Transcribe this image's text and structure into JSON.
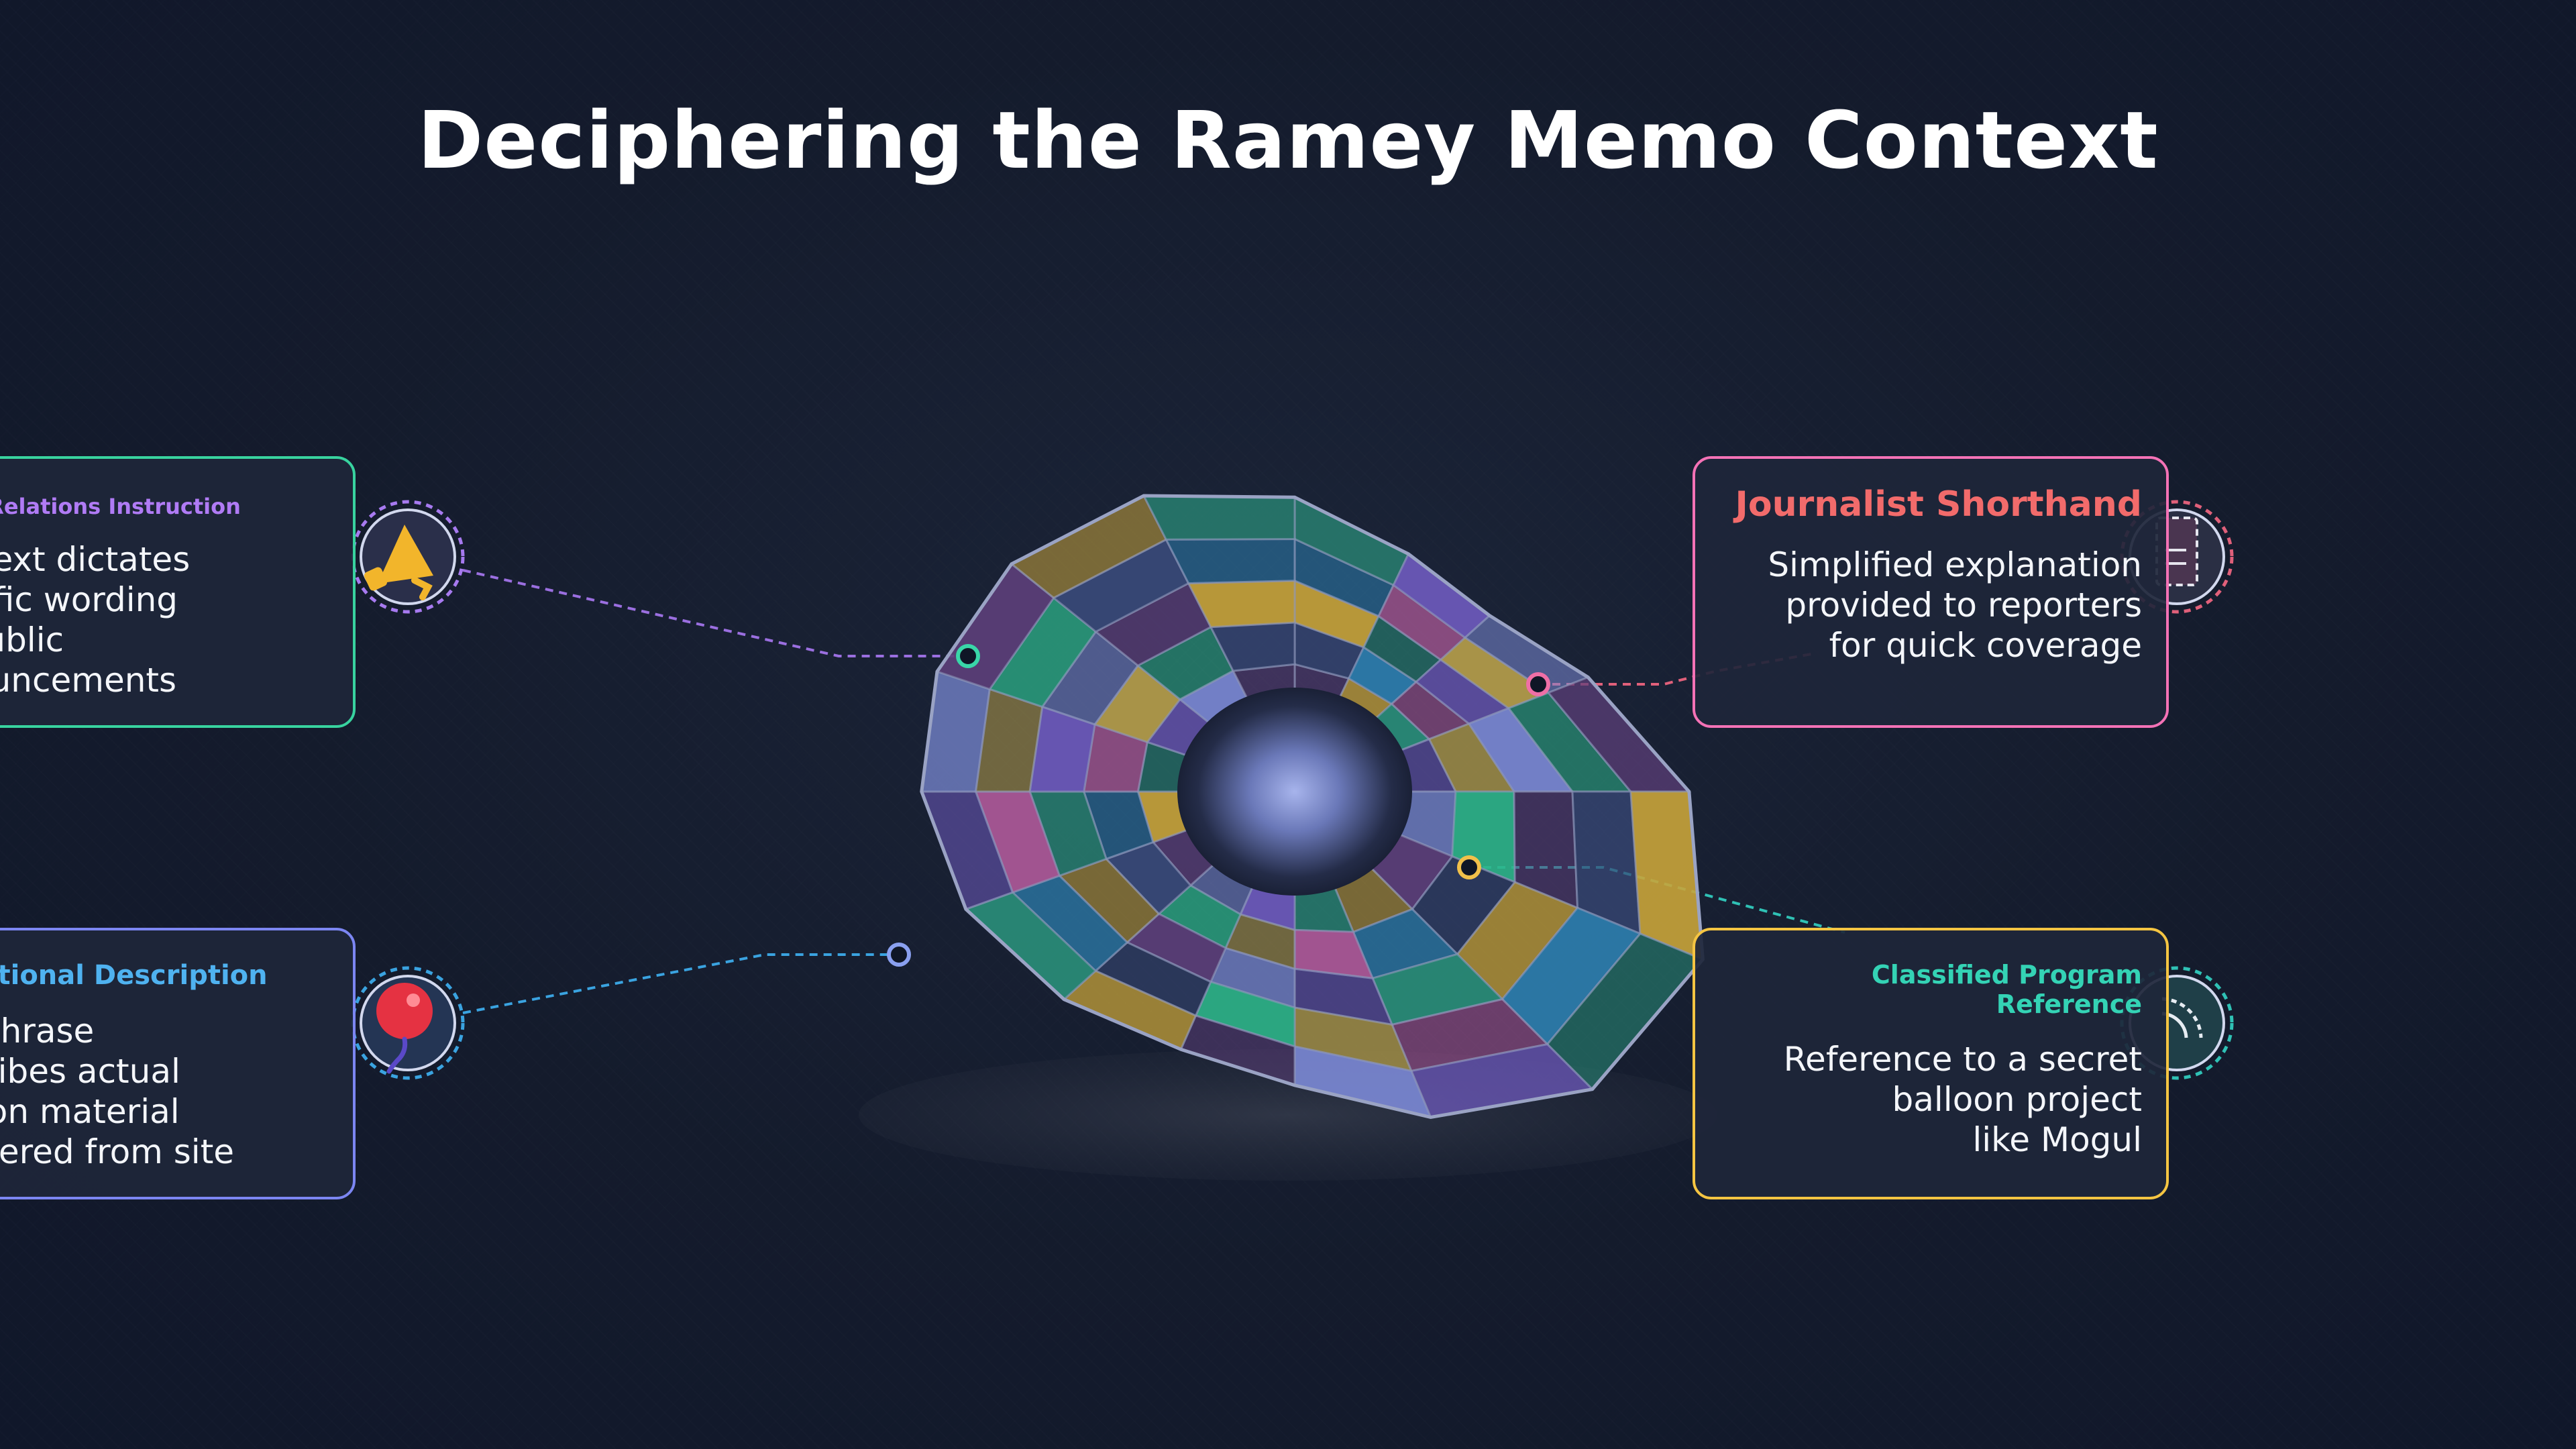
{
  "title": "Deciphering the Ramey Memo Context",
  "cards": {
    "public_relations": {
      "title": "Public Relations Instruction",
      "body": "The text dictates\nspecific wording\nfor public\nannouncements",
      "icon": "megaphone-icon",
      "accent": "#b07bf5"
    },
    "operational": {
      "title": "Operational Description",
      "body": "The phrase\ndescribes actual\nballoon material\nrecovered from site",
      "icon": "balloon-pin-icon",
      "accent": "#4fb2f0"
    },
    "journalist": {
      "title": "Journalist Shorthand",
      "body": "Simplified explanation\nprovided to reporters\nfor quick coverage",
      "icon": "notepad-icon",
      "accent": "#f26b6b"
    },
    "classified": {
      "title": "Classified Program Reference",
      "body": "Reference to a secret\nballoon project\nlike Mogul",
      "icon": "signal-icon",
      "accent": "#34d3b5"
    }
  },
  "palette": [
    "#5d3f7a",
    "#2d7fb0",
    "#6f5bbf",
    "#2db58a",
    "#c9a43a",
    "#b05a9a",
    "#7c8ad6",
    "#3a4a7a",
    "#2a8f7a",
    "#b8a04a"
  ]
}
